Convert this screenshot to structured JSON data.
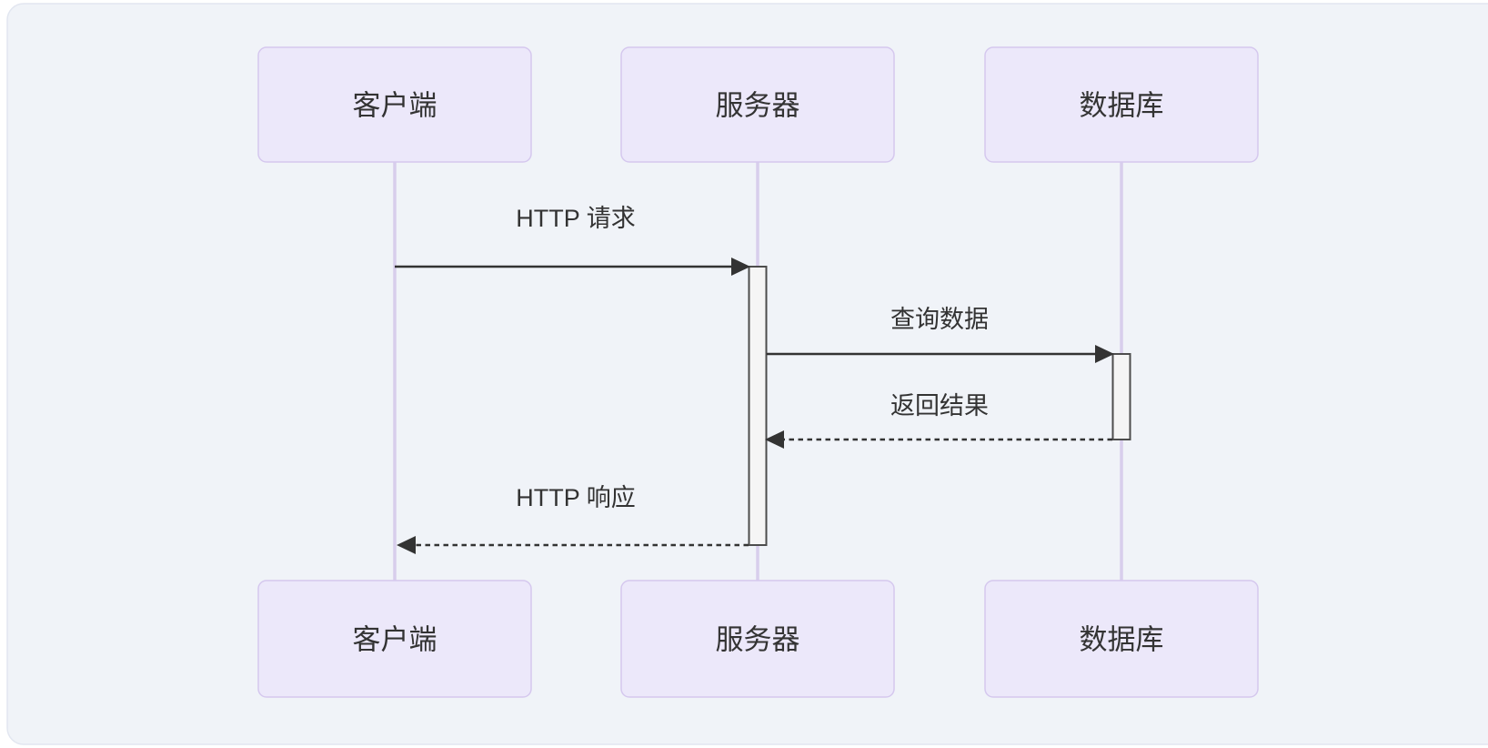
{
  "colors": {
    "page_bg": "#ffffff",
    "panel_bg": "#f0f3f8",
    "panel_border": "#e2e6f0",
    "actor_fill": "#ece8fa",
    "actor_border": "#d5c8ee",
    "lifeline": "#d8ceec",
    "activation_fill": "#f5f5f5",
    "activation_border": "#4d4d4d",
    "arrow": "#333333",
    "text": "#333333"
  },
  "diagram": {
    "type": "sequence",
    "participants": [
      {
        "id": "client",
        "label": "客户端"
      },
      {
        "id": "server",
        "label": "服务器"
      },
      {
        "id": "database",
        "label": "数据库"
      }
    ],
    "messages": [
      {
        "from": "客户端",
        "to": "服务器",
        "label": "HTTP 请求",
        "line": "solid"
      },
      {
        "from": "服务器",
        "to": "数据库",
        "label": "查询数据",
        "line": "solid"
      },
      {
        "from": "数据库",
        "to": "服务器",
        "label": "返回结果",
        "line": "dashed"
      },
      {
        "from": "服务器",
        "to": "客户端",
        "label": "HTTP 响应",
        "line": "dashed"
      }
    ],
    "activations": [
      {
        "participant": "服务器",
        "start_message": "HTTP 请求",
        "end_message": "HTTP 响应"
      },
      {
        "participant": "数据库",
        "start_message": "查询数据",
        "end_message": "返回结果"
      }
    ]
  }
}
